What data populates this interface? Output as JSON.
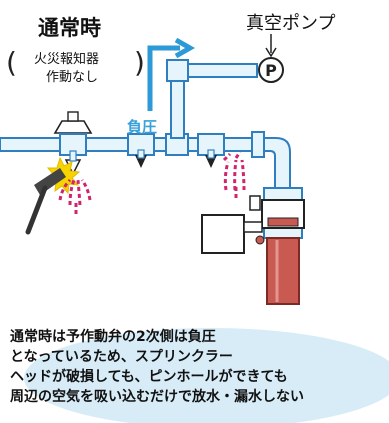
{
  "title": "通常時",
  "subtitle_lines": [
    "火災報知器",
    "作動なし"
  ],
  "pump_label": "真空ポンプ",
  "pump_symbol": "P",
  "negative_pressure_label": "負圧",
  "description_lines": [
    "通常時は予作動弁の2次側は負圧",
    "となっているため、スプリンクラー",
    "ヘッドが破損しても、ピンホールができても",
    "周辺の空気を吸い込むだけで放水・漏水しない"
  ],
  "colors": {
    "pipe_fill": "#e6f4fb",
    "pipe_stroke": "#2f7fc0",
    "arrow": "#2b9ad6",
    "air_dashes": "#d0246d",
    "burst": "#f5d400",
    "riser": "#c95a52",
    "highlight": "#d8ecf8"
  },
  "icons": [
    "smoke-detector-icon",
    "hammer-icon",
    "vacuum-pump-icon",
    "flow-arrow-icon",
    "sprinkler-head-icon",
    "valve-icon"
  ]
}
